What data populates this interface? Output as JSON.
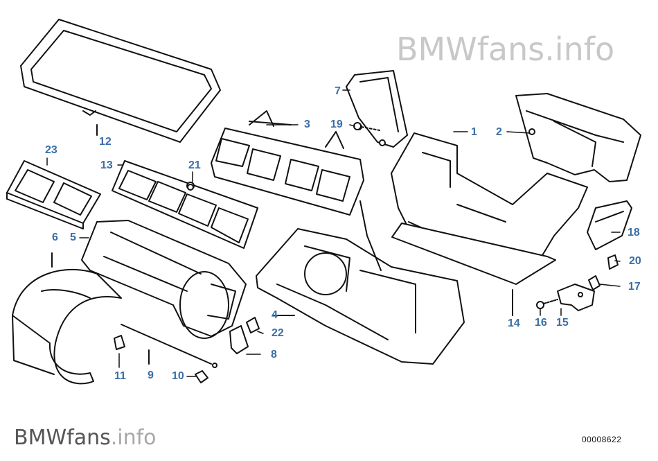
{
  "watermark": {
    "top": "BMWfans.info",
    "brand": "BMWfans",
    "suffix": ".info"
  },
  "diagram_code": "00008622",
  "callout_color": "#3a6ea5",
  "callouts": [
    {
      "id": "1",
      "text": "1"
    },
    {
      "id": "2",
      "text": "2"
    },
    {
      "id": "3",
      "text": "3"
    },
    {
      "id": "4",
      "text": "4"
    },
    {
      "id": "5",
      "text": "5"
    },
    {
      "id": "6",
      "text": "6"
    },
    {
      "id": "7",
      "text": "7"
    },
    {
      "id": "8",
      "text": "8"
    },
    {
      "id": "9",
      "text": "9"
    },
    {
      "id": "10",
      "text": "10"
    },
    {
      "id": "11",
      "text": "11"
    },
    {
      "id": "12",
      "text": "12"
    },
    {
      "id": "13",
      "text": "13"
    },
    {
      "id": "14",
      "text": "14"
    },
    {
      "id": "15",
      "text": "15"
    },
    {
      "id": "16",
      "text": "16"
    },
    {
      "id": "17",
      "text": "17"
    },
    {
      "id": "18",
      "text": "18"
    },
    {
      "id": "19",
      "text": "19"
    },
    {
      "id": "20",
      "text": "20"
    },
    {
      "id": "21",
      "text": "21"
    },
    {
      "id": "22",
      "text": "22"
    },
    {
      "id": "23",
      "text": "23"
    }
  ]
}
